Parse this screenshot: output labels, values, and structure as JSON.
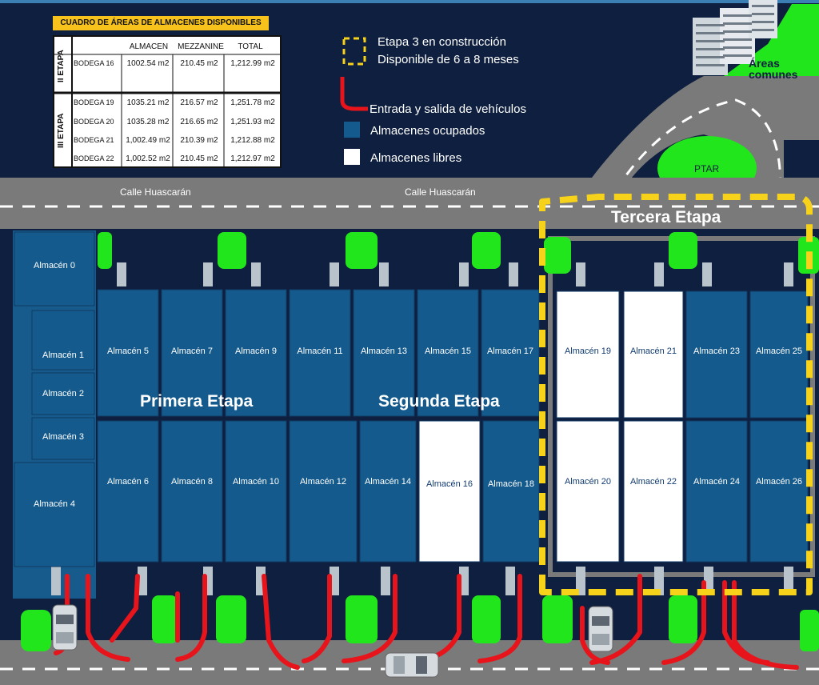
{
  "table": {
    "title": "CUADRO DE ÁREAS DE ALMACENES DISPONIBLES",
    "headers": [
      "ALMACEN",
      "MEZZANINE",
      "TOTAL"
    ],
    "groups": [
      {
        "etapa": "II ETAPA",
        "rows": [
          [
            "BODEGA 16",
            "1002.54 m2",
            "210.45 m2",
            "1,212.99 m2"
          ]
        ]
      },
      {
        "etapa": "III ETAPA",
        "rows": [
          [
            "BODEGA 19",
            "1035.21 m2",
            "216.57 m2",
            "1,251.78 m2"
          ],
          [
            "BODEGA 20",
            "1035.28 m2",
            "216.65 m2",
            "1,251.93 m2"
          ],
          [
            "BODEGA 21",
            "1,002.49 m2",
            "210.39 m2",
            "1,212.88 m2"
          ],
          [
            "BODEGA 22",
            "1,002.52 m2",
            "210.45 m2",
            "1,212.97 m2"
          ]
        ]
      }
    ]
  },
  "legend": {
    "construction_line1": "Etapa 3 en construcción",
    "construction_line2": "Disponible de 6 a 8 meses",
    "vehicles": "Entrada y salida de  vehículos",
    "occupied": "Almacenes ocupados",
    "free": "Almacenes libres"
  },
  "labels": {
    "common_areas_1": "Áreas",
    "common_areas_2": "comunes",
    "ptar": "PTAR",
    "street_1": "Calle Huascarán",
    "street_2": "Calle Huascarán",
    "stage_1": "Primera Etapa",
    "stage_2": "Segunda Etapa",
    "stage_3": "Tercera Etapa"
  },
  "colors": {
    "background": "#0f1f3f",
    "occupied": "#145a8c",
    "free": "#ffffff",
    "construction": "#f6d21b",
    "vehicle_route": "#e8141b",
    "green": "#22e61c",
    "road": "#7a7a7a"
  },
  "warehouses": [
    {
      "label": "Almacén 0",
      "status": "occupied"
    },
    {
      "label": "Almacén 1",
      "status": "occupied"
    },
    {
      "label": "Almacén 2",
      "status": "occupied"
    },
    {
      "label": "Almacén 3",
      "status": "occupied"
    },
    {
      "label": "Almacén 4",
      "status": "occupied"
    },
    {
      "label": "Almacén 5",
      "status": "occupied"
    },
    {
      "label": "Almacén 6",
      "status": "occupied"
    },
    {
      "label": "Almacén 7",
      "status": "occupied"
    },
    {
      "label": "Almacén 8",
      "status": "occupied"
    },
    {
      "label": "Almacén 9",
      "status": "occupied"
    },
    {
      "label": "Almacén 10",
      "status": "occupied"
    },
    {
      "label": "Almacén 11",
      "status": "occupied"
    },
    {
      "label": "Almacén 12",
      "status": "occupied"
    },
    {
      "label": "Almacén 13",
      "status": "occupied"
    },
    {
      "label": "Almacén 14",
      "status": "occupied"
    },
    {
      "label": "Almacén 15",
      "status": "occupied"
    },
    {
      "label": "Almacén 16",
      "status": "free"
    },
    {
      "label": "Almacén 17",
      "status": "occupied"
    },
    {
      "label": "Almacén 18",
      "status": "occupied"
    },
    {
      "label": "Almacén 19",
      "status": "free"
    },
    {
      "label": "Almacén 20",
      "status": "free"
    },
    {
      "label": "Almacén 21",
      "status": "free"
    },
    {
      "label": "Almacén 22",
      "status": "free"
    },
    {
      "label": "Almacén 23",
      "status": "occupied"
    },
    {
      "label": "Almacén 24",
      "status": "occupied"
    },
    {
      "label": "Almacén 25",
      "status": "occupied"
    },
    {
      "label": "Almacén 26",
      "status": "occupied"
    }
  ]
}
